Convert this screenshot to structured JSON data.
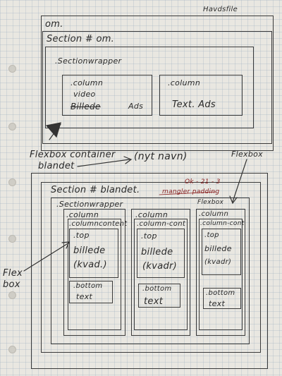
{
  "date": "Havdsfile",
  "section_om": {
    "page_label": "om.",
    "section_label": "Section # om.",
    "wrapper_label": ".Sectionwrapper",
    "column1": {
      "label": ".column",
      "line2": "video",
      "line3": "Billede",
      "line3b": "Ads"
    },
    "column2": {
      "label": ".column",
      "line2": "Text. Ads"
    }
  },
  "annotations": {
    "flexbox_container": "Flexbox container",
    "blandet": "blandet",
    "new_name": "(nyt navn)",
    "flexbox_right": "Flexbox",
    "flexbox_small": "Flexbox",
    "flex_box": "Flex box",
    "red_note_1": "Ok - 21 - 3",
    "red_note_2": "mangler padding"
  },
  "section_blandet": {
    "section_label": "Section # blandet.",
    "wrapper_label": ".Sectionwrapper",
    "columns": [
      {
        "label": ".column",
        "content_label": ".columncontent",
        "top": ".top",
        "top_text": "billede",
        "top_sub": "(kvad.)",
        "bottom": ".bottom",
        "bottom_text": "text"
      },
      {
        "label": ".column",
        "content_label": ".column-cont",
        "top": ".top",
        "top_text": "billede",
        "top_sub": "(kvadr)",
        "bottom": ".bottom",
        "bottom_text": "text"
      },
      {
        "label": ".column",
        "content_label": ".column-cont",
        "top": ".top",
        "top_text": "billede",
        "top_sub": "(kvadr)",
        "bottom": ".bottom",
        "bottom_text": "text"
      }
    ]
  }
}
